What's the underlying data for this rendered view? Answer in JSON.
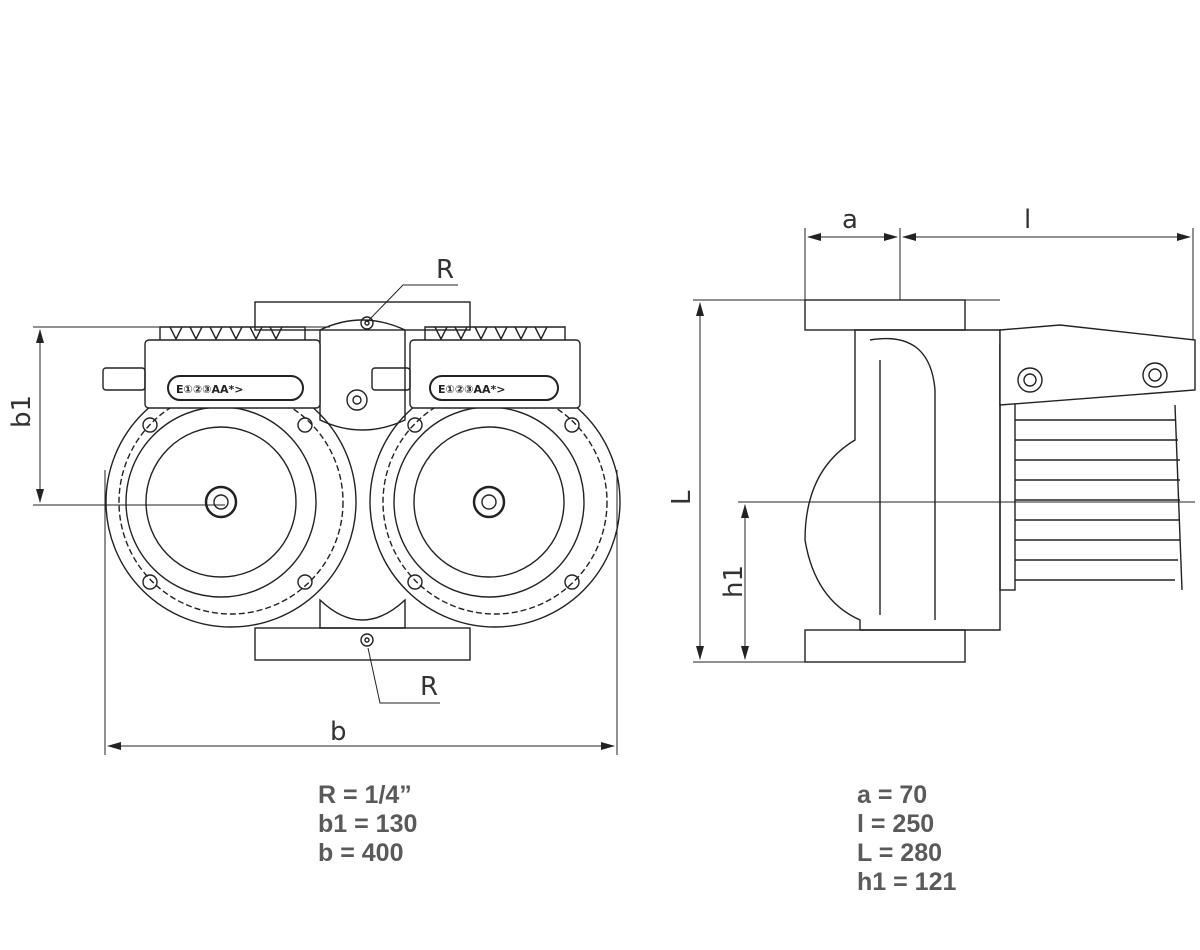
{
  "front_view": {
    "dimension_labels": {
      "b1": "b1",
      "b": "b",
      "R_top": "R",
      "R_bottom": "R"
    },
    "control_panel_left": "E①②③AA*>",
    "control_panel_right": "E①②③AA*>"
  },
  "side_view": {
    "dimension_labels": {
      "a": "a",
      "l": "l",
      "L": "L",
      "h1": "h1"
    }
  },
  "specs_left": [
    "R = 1/4”",
    "b1 = 130",
    "b = 400"
  ],
  "specs_right": [
    "a = 70",
    "l = 250",
    "L = 280",
    "h1 = 121"
  ],
  "colors": {
    "line": "#222222",
    "text": "#5a5a5a"
  }
}
